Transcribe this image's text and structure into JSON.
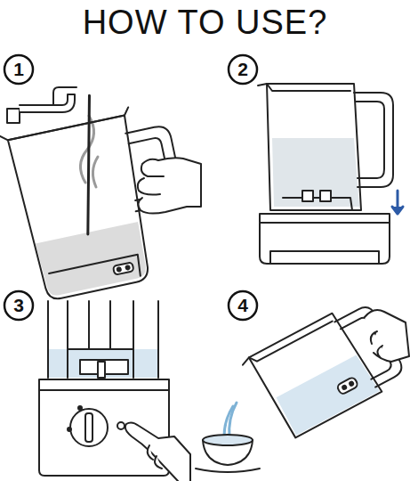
{
  "diagram": {
    "title": "HOW TO USE?",
    "nodes": [
      {
        "text": [
          "1"
        ]
      },
      {
        "text": [
          "2"
        ]
      },
      {
        "text": [
          "3"
        ]
      },
      {
        "text": [
          "4"
        ]
      }
    ]
  }
}
